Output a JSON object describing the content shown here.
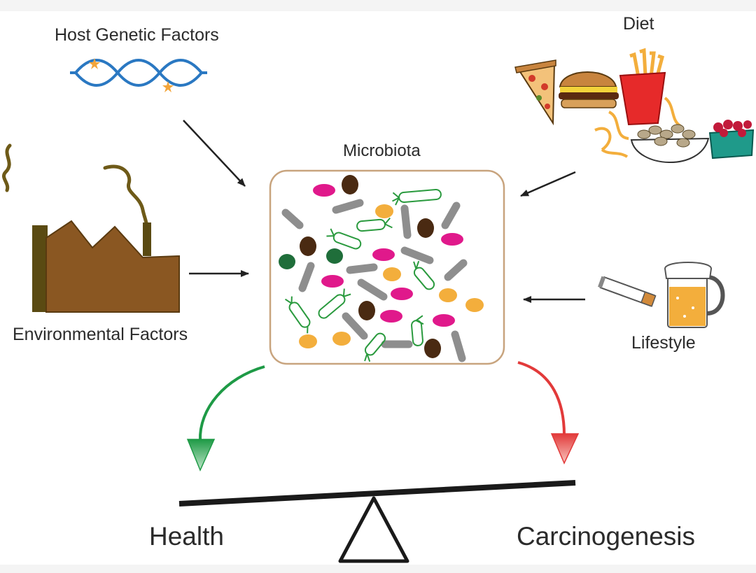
{
  "labels": {
    "host_genetic_factors": "Host Genetic Factors",
    "diet": "Diet",
    "microbiota": "Microbiota",
    "environmental_factors": "Environmental Factors",
    "lifestyle": "Lifestyle",
    "health": "Health",
    "carcinogenesis": "Carcinogenesis"
  },
  "colors": {
    "text": "#2b2b2b",
    "arrow": "#222222",
    "dna": "#2a78c2",
    "dna_mutation": "#f3a53a",
    "factory": "#8a5722",
    "factory_dark": "#5a4a12",
    "smoke": "#6e5a18",
    "box_border": "#c8a47e",
    "bacteria_magenta": "#e0198b",
    "bacteria_brown": "#4a2a12",
    "bacteria_gray": "#8e8e8e",
    "bacteria_orange": "#f3ae3c",
    "bacteria_darkgreen": "#1f6e3a",
    "bacteria_outline_green": "#2a9a3e",
    "health_arrow": "#1e9a46",
    "carcinogenesis_arrow": "#e23a3a",
    "seesaw": "#1a1a1a",
    "beer": "#f3ae3c"
  },
  "icons": {
    "host": "dna-helix-icon",
    "environment": "factory-icon",
    "diet": "junk-food-icon",
    "lifestyle": "cigarette-and-beer-icon",
    "balance": "seesaw-icon"
  }
}
